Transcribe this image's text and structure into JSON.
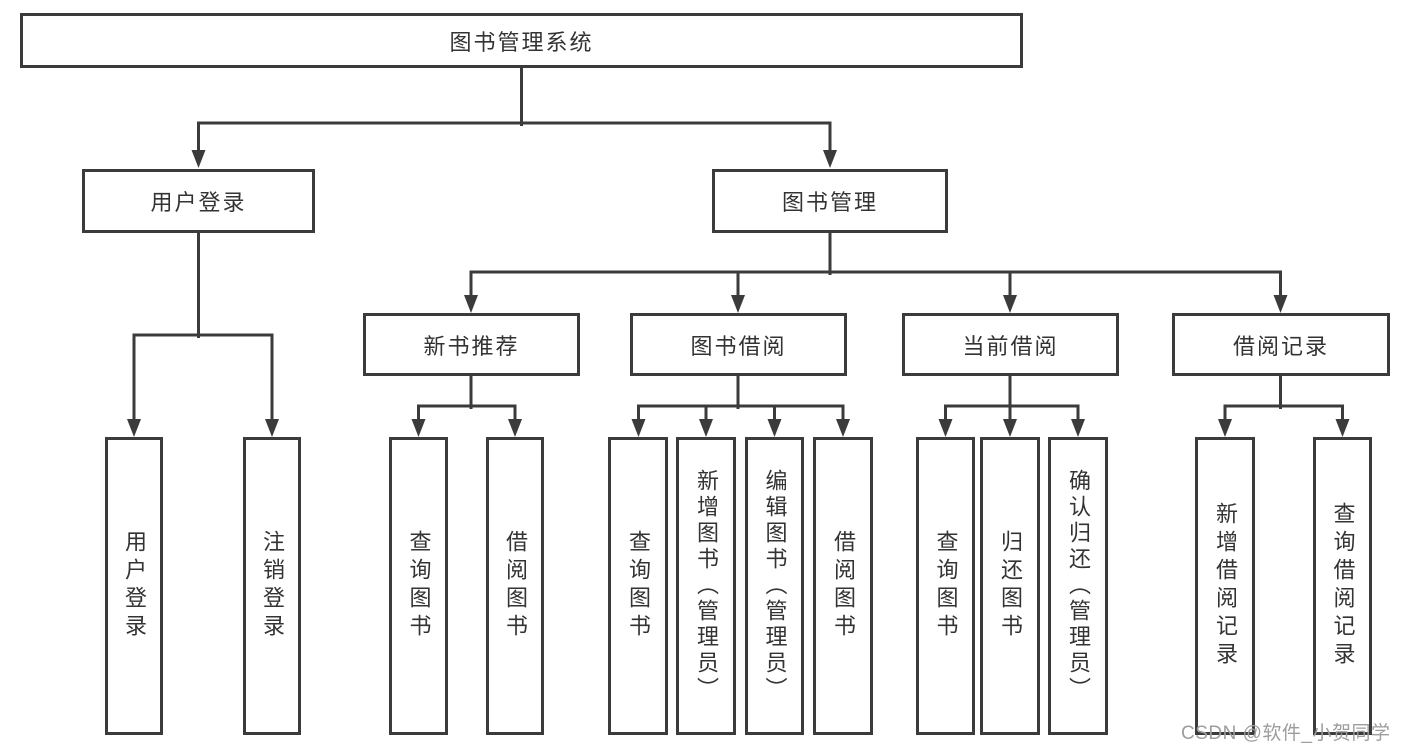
{
  "tree": {
    "root": "图书管理系统",
    "children": [
      {
        "label": "用户登录",
        "children": [
          {
            "label": "用户登录"
          },
          {
            "label": "注销登录"
          }
        ]
      },
      {
        "label": "图书管理",
        "children": [
          {
            "label": "新书推荐",
            "children": [
              {
                "label": "查询图书"
              },
              {
                "label": "借阅图书"
              }
            ]
          },
          {
            "label": "图书借阅",
            "children": [
              {
                "label": "查询图书"
              },
              {
                "label": "新增图书（管理员）"
              },
              {
                "label": "编辑图书（管理员）"
              },
              {
                "label": "借阅图书"
              }
            ]
          },
          {
            "label": "当前借阅",
            "children": [
              {
                "label": "查询图书"
              },
              {
                "label": "归还图书"
              },
              {
                "label": "确认归还（管理员）"
              }
            ]
          },
          {
            "label": "借阅记录",
            "children": [
              {
                "label": "新增借阅记录"
              },
              {
                "label": "查询借阅记录"
              }
            ]
          }
        ]
      }
    ]
  },
  "watermark": {
    "text": "CSDN @软件_小贺同学"
  },
  "colors": {
    "line": "#3b3b3b",
    "box_border": "#3b3b3b",
    "text": "#333333",
    "watermark": "#9d9d9d",
    "background": "#ffffff"
  }
}
